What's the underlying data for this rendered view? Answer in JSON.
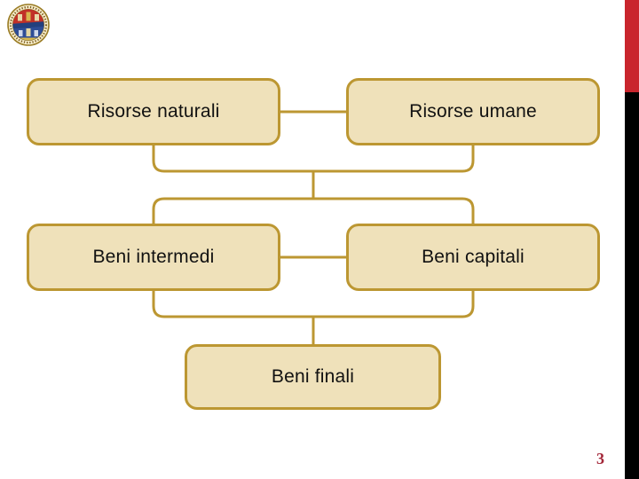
{
  "theme": {
    "gold": "#bc9732",
    "box-fill": "#efe1ba",
    "bar-red": "#c9252d",
    "bar-black": "#000000",
    "page-number": "#a32638",
    "text": "#111111"
  },
  "logo": {
    "name": "university-seal"
  },
  "diagram": {
    "nodes": [
      {
        "id": "risorse-naturali",
        "label": "Risorse naturali"
      },
      {
        "id": "risorse-umane",
        "label": "Risorse umane"
      },
      {
        "id": "beni-intermedi",
        "label": "Beni intermedi"
      },
      {
        "id": "beni-capitali",
        "label": "Beni capitali"
      },
      {
        "id": "beni-finali",
        "label": "Beni finali"
      }
    ],
    "edges": [
      {
        "from": "risorse-naturali",
        "to": "risorse-umane"
      },
      {
        "from": "risorse-naturali+risorse-umane",
        "to": "beni-intermedi+beni-capitali"
      },
      {
        "from": "beni-intermedi",
        "to": "beni-capitali"
      },
      {
        "from": "beni-intermedi+beni-capitali",
        "to": "beni-finali"
      }
    ]
  },
  "footer": {
    "page_number": "3"
  }
}
